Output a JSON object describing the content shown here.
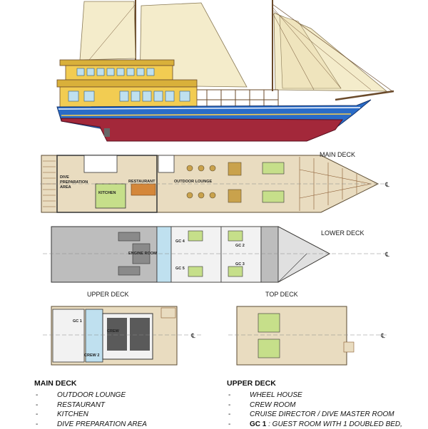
{
  "labels": {
    "main_deck": "MAIN DECK",
    "lower_deck": "LOWER DECK",
    "upper_deck": "UPPER DECK",
    "top_deck": "TOP DECK",
    "centerline": "℄"
  },
  "rooms": {
    "dive_prep_1": "DIVE",
    "dive_prep_2": "PREPARATION",
    "dive_prep_3": "AREA",
    "kitchen": "KITCHEN",
    "restaurant": "RESTAURANT",
    "outdoor_lounge": "OUTDOOR LOUNGE",
    "engine_room": "ENGINE ROOM",
    "gc2": "GC 2",
    "gc3": "GC 3",
    "gc4": "GC 4",
    "gc5": "GC 5",
    "gc1": "GC 1",
    "crew": "CREW",
    "crew2": "CREW 2"
  },
  "legend": {
    "main": {
      "title": "MAIN DECK",
      "items": [
        "OUTDOOR LOUNGE",
        "RESTAURANT",
        "KITCHEN",
        "DIVE PREPARATION AREA"
      ]
    },
    "upper": {
      "title": "UPPER DECK",
      "items": [
        "WHEEL HOUSE",
        "CREW ROOM",
        "CRUISE DIRECTOR / DIVE MASTER ROOM"
      ],
      "last_bold": "GC 1",
      "last_rest": " : GUEST ROOM WITH 1 DOUBLED BED,"
    }
  },
  "colors": {
    "sail": "#f4eccb",
    "cabin": "#f2cc52",
    "hull_blue": "#2a6cc8",
    "hull_red": "#a3283a",
    "deck_wood": "#e9dcc0",
    "engine": "#bdbdbd",
    "cabin_blue": "#bfe0ef"
  }
}
